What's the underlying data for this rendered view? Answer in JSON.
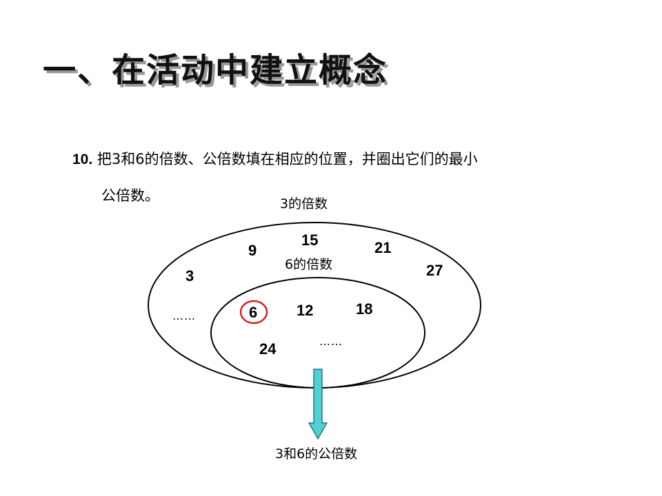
{
  "title": "一、在活动中建立概念",
  "question": {
    "number": "10.",
    "line1": " 把3和6的倍数、公倍数填在相应的位置，并圈出它们的最小",
    "line2": "公倍数。"
  },
  "diagram": {
    "outer_caption": "3的倍数",
    "inner_caption": "6的倍数",
    "arrow_caption": "3和6的公倍数",
    "outer_numbers": [
      "9",
      "15",
      "21",
      "3",
      "27"
    ],
    "inner_numbers": [
      "6",
      "12",
      "18",
      "24"
    ],
    "ellipsis": "……",
    "circled_number": "6",
    "colors": {
      "circle": "#d42020",
      "arrow": "#4fcfd6"
    }
  }
}
